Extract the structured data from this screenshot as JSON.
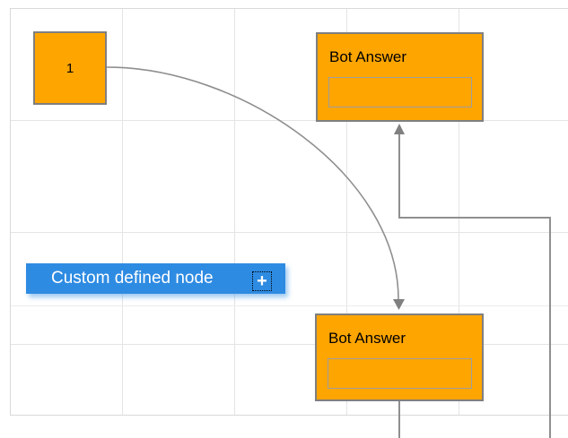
{
  "colors": {
    "node_orange": "#FFA500",
    "node_border": "#7F7F7F",
    "inner_box_border": "#9E9E9E",
    "node_blue": "#2E8BE2",
    "text_dark": "#000000",
    "text_light": "#FFFFFF",
    "connector": "#8F8F8F",
    "arrow": "#808080",
    "grid_line": "#E4E4E4",
    "page_border": "#D9D9D9",
    "canvas_bg": "#FFFFFF"
  },
  "nodes": {
    "square": {
      "label": "1"
    },
    "bot_answer_top": {
      "title": "Bot Answer",
      "input_value": "",
      "input_placeholder": ""
    },
    "bot_answer_bottom": {
      "title": "Bot Answer",
      "input_value": "",
      "input_placeholder": ""
    },
    "custom": {
      "label": "Custom defined node",
      "add_icon_glyph": "+"
    }
  },
  "connectors": [
    {
      "from": "node-1",
      "to": "bot-answer-bottom",
      "type": "bezier",
      "arrow_at": "target"
    },
    {
      "from": "bot-answer-bottom",
      "to": "bot-answer-top",
      "type": "orthogonal",
      "arrow_at": "target"
    }
  ]
}
